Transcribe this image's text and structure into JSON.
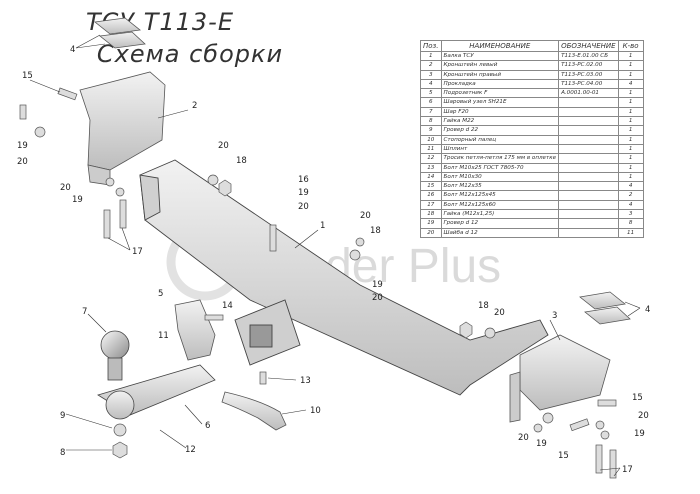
{
  "title": {
    "line1": "ТСУ Т113-Е",
    "line2": "Схема сборки"
  },
  "table": {
    "headers": [
      "Поз.",
      "НАИМЕНОВАНИЕ",
      "ОБОЗНАЧЕНИЕ",
      "К-во"
    ],
    "rows": [
      [
        "1",
        "Балка ТСУ",
        "Т113-Е.01.00 СБ",
        "1"
      ],
      [
        "2",
        "Кронштейн левый",
        "Т113-РС.02.00",
        "1"
      ],
      [
        "3",
        "Кронштейн правый",
        "Т113-РС.03.00",
        "1"
      ],
      [
        "4",
        "Прокладка",
        "Т113-РС.04.00",
        "4"
      ],
      [
        "5",
        "Подрозетник F",
        "А.0001.00-01",
        "1"
      ],
      [
        "6",
        "Шаровый узел SH21E",
        "",
        "1"
      ],
      [
        "7",
        "Шар F20",
        "",
        "1"
      ],
      [
        "8",
        "Гайка М22",
        "",
        "1"
      ],
      [
        "9",
        "Гровер d 22",
        "",
        "1"
      ],
      [
        "10",
        "Стопорный палец",
        "",
        "1"
      ],
      [
        "11",
        "Шплинт",
        "",
        "1"
      ],
      [
        "12",
        "Тросик петля-петля 175 мм в оплетке",
        "",
        "1"
      ],
      [
        "13",
        "Болт М10х25 ГОСТ 7805-70",
        "",
        "1"
      ],
      [
        "14",
        "Болт М10х30",
        "",
        "1"
      ],
      [
        "15",
        "Болт М12х35",
        "",
        "4"
      ],
      [
        "16",
        "Болт М12х125х45",
        "",
        "2"
      ],
      [
        "17",
        "Болт М12х125х60",
        "",
        "4"
      ],
      [
        "18",
        "Гайка (М12х1,25)",
        "",
        "3"
      ],
      [
        "19",
        "Гровер d 12",
        "",
        "8"
      ],
      [
        "20",
        "Шайба d 12",
        "",
        "11"
      ]
    ]
  },
  "callouts": [
    "1",
    "2",
    "3",
    "4",
    "5",
    "6",
    "7",
    "8",
    "9",
    "10",
    "11",
    "12",
    "13",
    "14",
    "15",
    "16",
    "17",
    "18",
    "19",
    "20"
  ],
  "watermark": "Leader Plus"
}
